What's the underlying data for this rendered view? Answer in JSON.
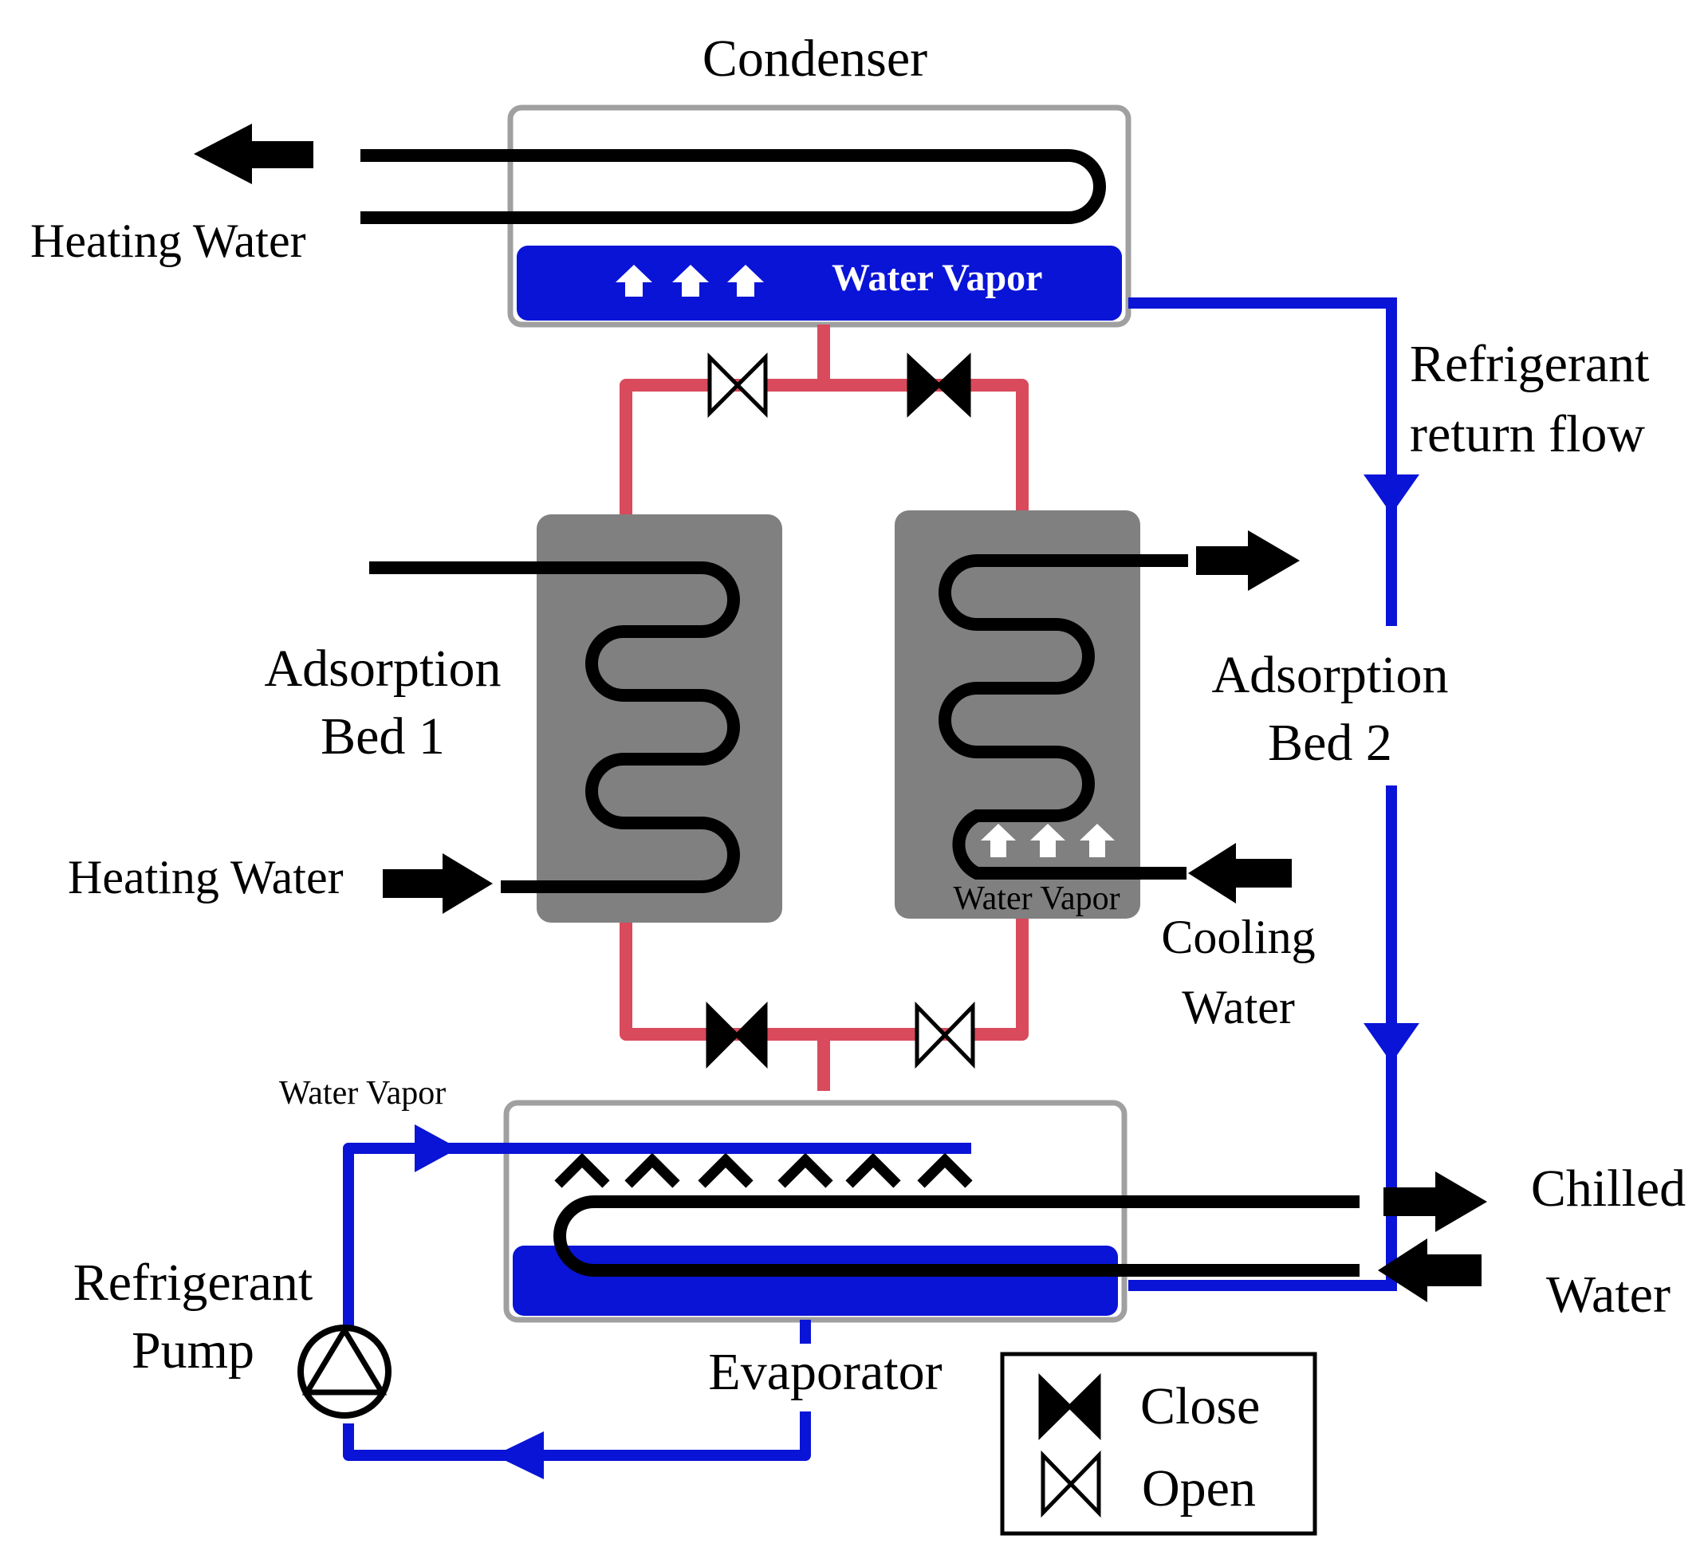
{
  "labels": {
    "condenser": "Condenser",
    "heating_water_out": "Heating Water",
    "condenser_vapor": "Water Vapor",
    "refrigerant_return_line1": "Refrigerant",
    "refrigerant_return_line2": "return flow",
    "bed1_line1": "Adsorption",
    "bed1_line2": "Bed 1",
    "bed2_line1": "Adsorption",
    "bed2_line2": "Bed 2",
    "heating_water_in": "Heating Water",
    "bed2_vapor": "Water Vapor",
    "cooling_line1": "Cooling",
    "cooling_line2": "Water",
    "evaporator_vapor": "Water Vapor",
    "pump_line1": "Refrigerant",
    "pump_line2": "Pump",
    "evaporator": "Evaporator",
    "chilled_line1": "Chilled",
    "chilled_line2": "Water"
  },
  "legend": {
    "close": "Close",
    "open": "Open"
  },
  "colors": {
    "refrigerant_blue": "#0a14d6",
    "vapor_pipe_red": "#d94a5c",
    "bed_gray": "#808080",
    "vessel_border": "#a0a0a0",
    "water_line": "#000000"
  }
}
